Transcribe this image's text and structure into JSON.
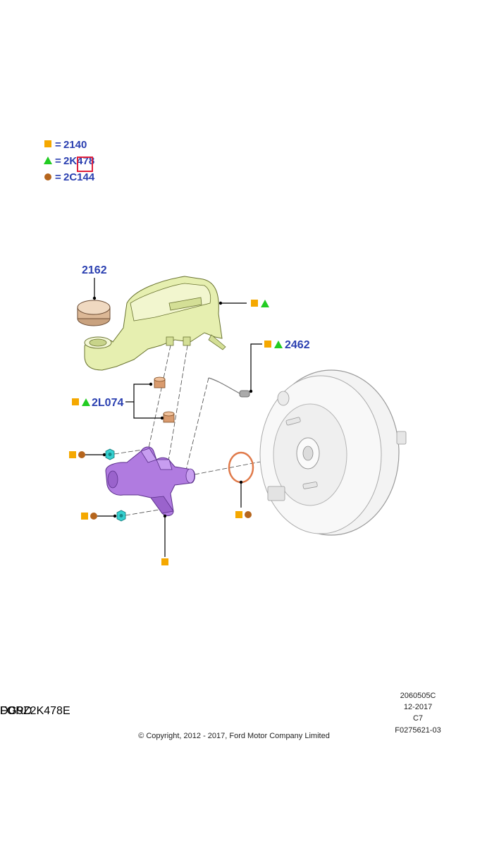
{
  "legend": {
    "items": [
      {
        "symbol": "square",
        "label": "2140"
      },
      {
        "symbol": "triangle",
        "label": "2K478"
      },
      {
        "symbol": "circle",
        "label": "2C144"
      }
    ]
  },
  "callouts": {
    "cap": "2162",
    "reservoir_sensor": "2462",
    "seal": "2L074"
  },
  "drawing_info": {
    "code": "2060505C",
    "date": "12-2017",
    "rev": "C7",
    "ref": "F0275621-03"
  },
  "copyright": "© Copyright, 2012 - 2017, Ford Motor Company Limited",
  "footer": {
    "part_number": "DG9Z2K478E",
    "brand": "FORD"
  },
  "colors": {
    "square": "#f5a800",
    "triangle": "#22cc22",
    "circle": "#b5651d",
    "label_blue": "#2a3fb0",
    "reservoir": "#e6efb0",
    "master_cylinder": "#b07be0",
    "booster": "#f0f0f0",
    "seal_ring": "#e07a4a",
    "nut": "#35d0d0",
    "highlight": "#e0203a"
  }
}
